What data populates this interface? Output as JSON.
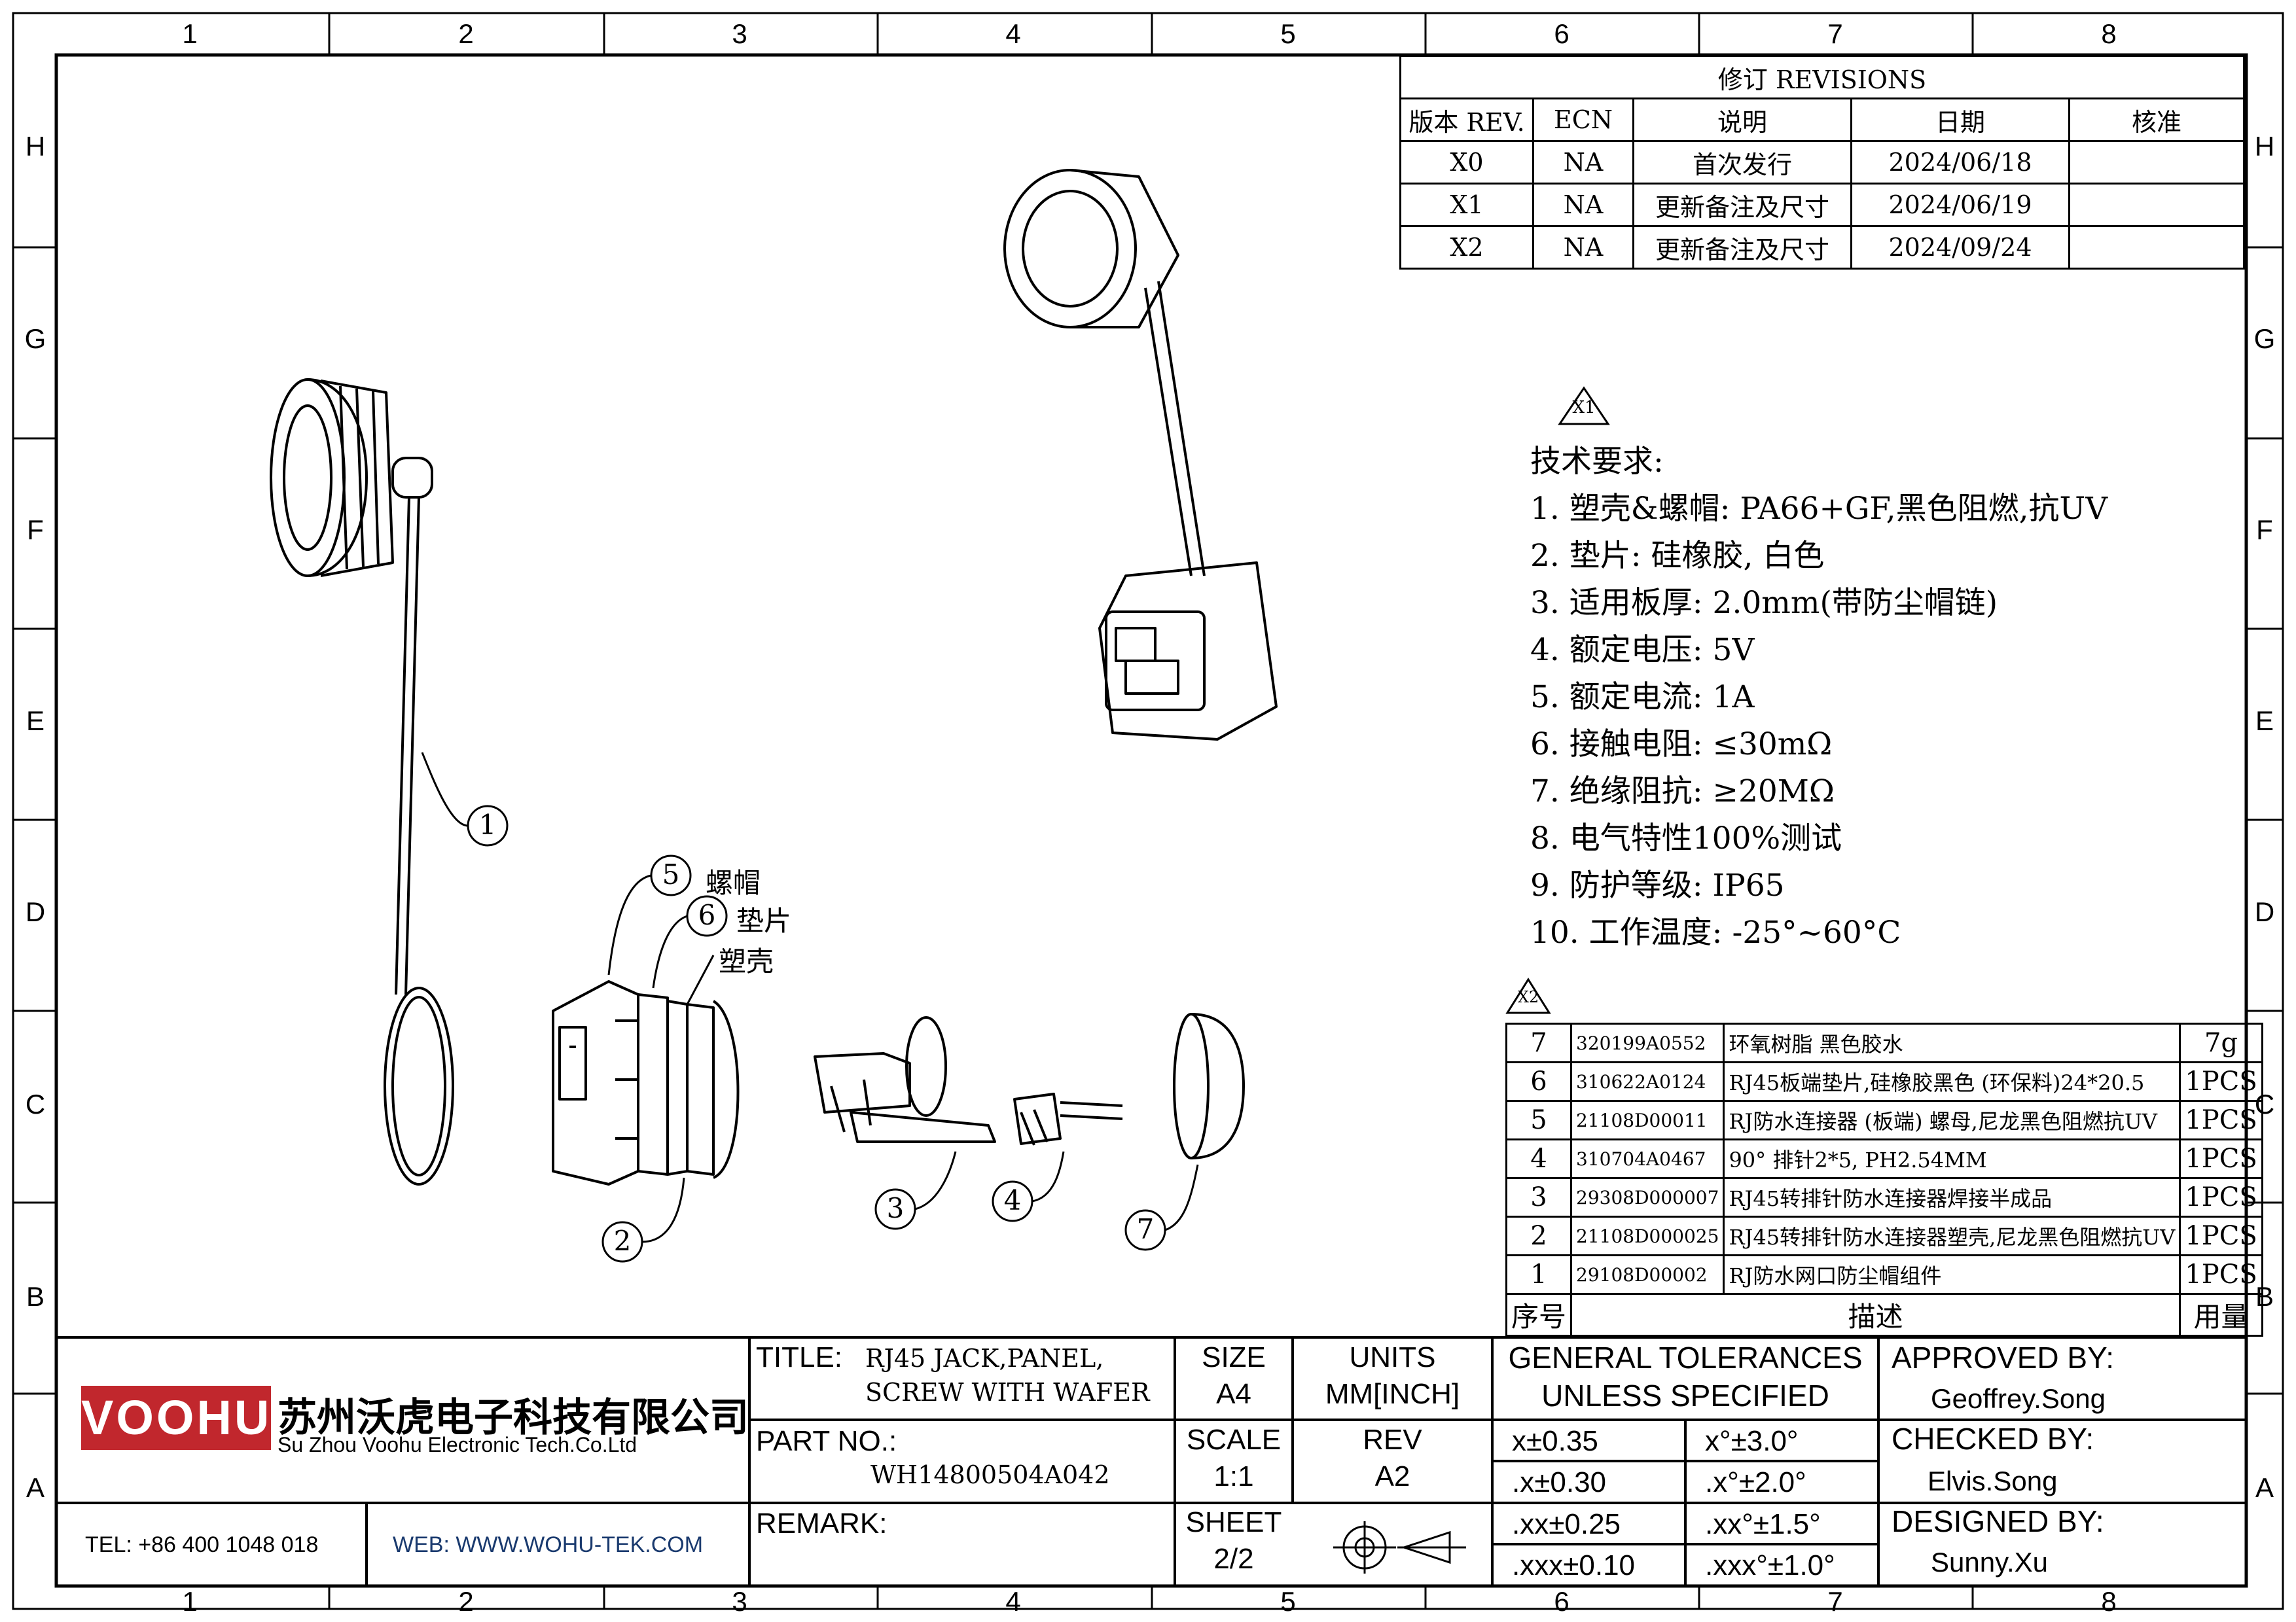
{
  "zones": {
    "columns": [
      "1",
      "2",
      "3",
      "4",
      "5",
      "6",
      "7",
      "8"
    ],
    "rows": [
      "H",
      "G",
      "F",
      "E",
      "D",
      "C",
      "B",
      "A"
    ]
  },
  "revisions": {
    "title": "修订 REVISIONS",
    "headers": [
      "版本 REV.",
      "ECN",
      "说明",
      "日期",
      "核准"
    ],
    "rows": [
      [
        "X0",
        "NA",
        "首次发行",
        "2024/06/18",
        ""
      ],
      [
        "X1",
        "NA",
        "更新备注及尺寸",
        "2024/06/19",
        ""
      ],
      [
        "X2",
        "NA",
        "更新备注及尺寸",
        "2024/09/24",
        ""
      ]
    ]
  },
  "rev_markers": {
    "x1": "X1",
    "x2": "X2"
  },
  "tech_requirements": {
    "heading": "技术要求:",
    "items": [
      "1.  塑壳&螺帽: PA66+GF,黑色阻燃,抗UV",
      "2.  垫片: 硅橡胶, 白色",
      "3.  适用板厚: 2.0mm(带防尘帽链)",
      "4.  额定电压: 5V",
      "5.  额定电流: 1A",
      "6.  接触电阻: ≤30mΩ",
      "7.  绝缘阻抗: ≥20MΩ",
      "8.  电气特性100%测试",
      "9.  防护等级: IP65",
      "10.  工作温度: -25°~60°C"
    ]
  },
  "bom": {
    "rows": [
      {
        "no": "7",
        "part": "320199A0552",
        "desc": "环氧树脂 黑色胶水",
        "qty": "7g"
      },
      {
        "no": "6",
        "part": "310622A0124",
        "desc": "RJ45板端垫片,硅橡胶黑色 (环保料)24*20.5",
        "qty": "1PCS"
      },
      {
        "no": "5",
        "part": "21108D00011",
        "desc": "RJ防水连接器 (板端) 螺母,尼龙黑色阻燃抗UV",
        "qty": "1PCS"
      },
      {
        "no": "4",
        "part": "310704A0467",
        "desc": "90° 排针2*5, PH2.54MM",
        "qty": "1PCS"
      },
      {
        "no": "3",
        "part": "29308D000007",
        "desc": "RJ45转排针防水连接器焊接半成品",
        "qty": "1PCS"
      },
      {
        "no": "2",
        "part": "21108D000025",
        "desc": "RJ45转排针防水连接器塑壳,尼龙黑色阻燃抗UV",
        "qty": "1PCS"
      },
      {
        "no": "1",
        "part": "29108D00002",
        "desc": "RJ防水网口防尘帽组件",
        "qty": "1PCS"
      }
    ],
    "header": {
      "no": "序号",
      "desc": "描述",
      "qty": "用量"
    }
  },
  "callouts": {
    "c1": "1",
    "c2": "2",
    "c3": "3",
    "c4": "4",
    "c5": "5",
    "c6": "6",
    "c7": "7",
    "nut": "螺帽",
    "gasket": "垫片",
    "shell": "塑壳"
  },
  "title_block": {
    "logo": "VOOHU",
    "company_cn": "苏州沃虎电子科技有限公司",
    "company_en": "Su Zhou Voohu Electronic Tech.Co.Ltd",
    "tel": "TEL: +86 400 1048 018",
    "web": "WEB: WWW.WOHU-TEK.COM",
    "title_label": "TITLE:",
    "title_line1": "RJ45 JACK,PANEL,",
    "title_line2": "SCREW WITH WAFER",
    "part_no_label": "PART NO.:",
    "part_no": "WH14800504A042",
    "remark_label": "REMARK:",
    "size_label": "SIZE",
    "size": "A4",
    "units_label": "UNITS",
    "units": "MM[INCH]",
    "scale_label": "SCALE",
    "scale": "1:1",
    "rev_label": "REV",
    "rev": "A2",
    "sheet_label": "SHEET",
    "sheet": "2/2",
    "tol_title1": "GENERAL TOLERANCES",
    "tol_title2": "UNLESS SPECIFIED",
    "tolerances": [
      [
        "x±0.35",
        "x°±3.0°"
      ],
      [
        ".x±0.30",
        ".x°±2.0°"
      ],
      [
        ".xx±0.25",
        ".xx°±1.5°"
      ],
      [
        ".xxx±0.10",
        ".xxx°±1.0°"
      ]
    ],
    "approved_label": "APPROVED BY:",
    "approved": "Geoffrey.Song",
    "checked_label": "CHECKED BY:",
    "checked": "Elvis.Song",
    "designed_label": "DESIGNED BY:",
    "designed": "Sunny.Xu",
    "brand_color": "#c1272d"
  }
}
